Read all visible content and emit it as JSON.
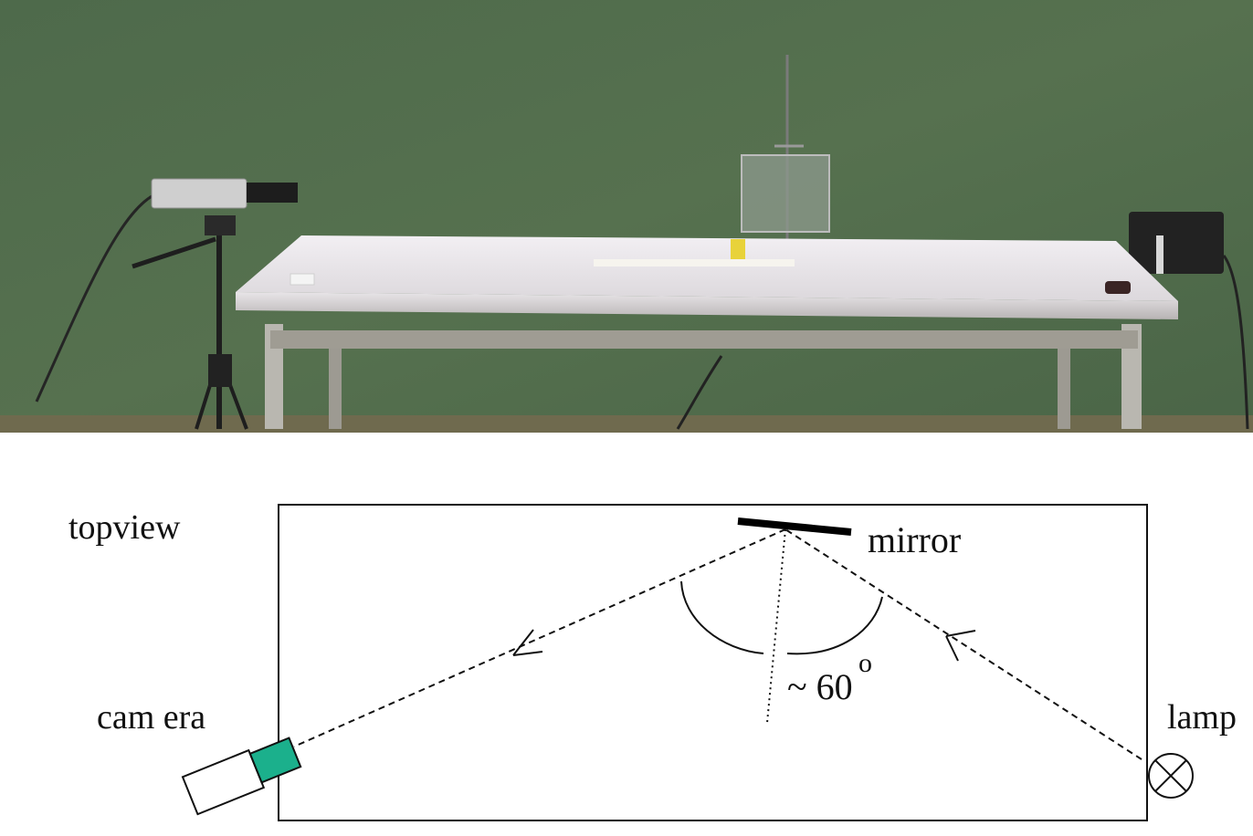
{
  "labels": {
    "topview": "topview",
    "mirror": "mirror",
    "angle": "~ 60",
    "angle_unit": "o",
    "camera": "cam era",
    "lamp": "lamp"
  },
  "colors": {
    "wall": "#4f6b4c",
    "table_top": "#ece9ec",
    "camera_lens": "#1bb08c",
    "line": "#111111"
  }
}
